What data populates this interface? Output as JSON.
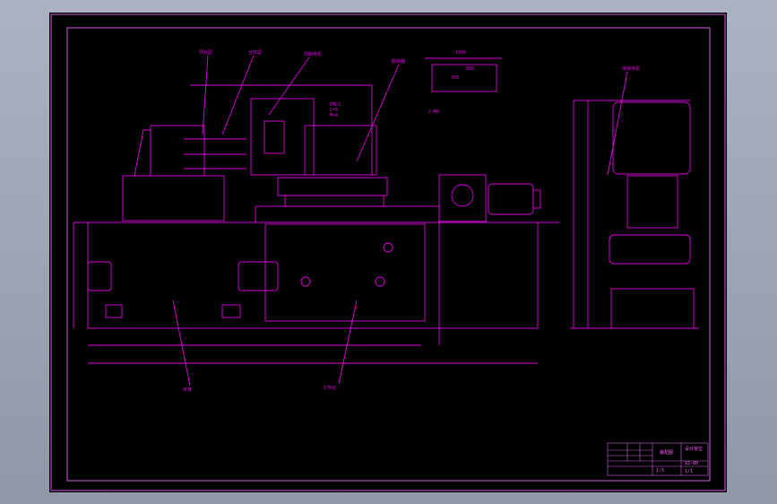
{
  "colors": {
    "background": "#000000",
    "line": "#e000e0",
    "line_light": "#ff66ff",
    "frame": "#d060e0",
    "window": "#9aa3b3"
  },
  "callouts": {
    "c1": "导轨副",
    "c2": "丝杠副",
    "c3": "伺服电机",
    "c4": "联轴器",
    "c5": "减速电机",
    "c6": "床身",
    "c7": "工作台"
  },
  "labels": {
    "spec1": "PMLS",
    "spec2": "L=5",
    "spec3": "M=4",
    "dim_top": "1600",
    "dim_sub": "350",
    "dim_sub2": "800",
    "dim_right_top": "2-M8"
  },
  "title_block": {
    "name": "装配图",
    "drawing_no": "XZ-00",
    "company": "设计单位",
    "scale": "1:5",
    "sheet": "1/1"
  }
}
